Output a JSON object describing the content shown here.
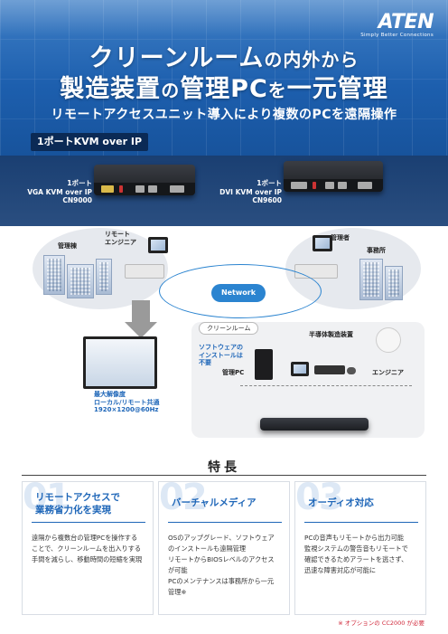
{
  "brand": {
    "logo": "ATEN",
    "tagline": "Simply Better Connections"
  },
  "headline": {
    "line1_a": "クリーンルーム",
    "line1_b": "の内外から",
    "line2_a": "製造装置",
    "line2_b": "の",
    "line2_c": "管理PC",
    "line2_d": "を",
    "line2_e": "一元管理",
    "subtitle": "リモートアクセスユニット導入により複数のPCを遠隔操作"
  },
  "badge": "1ポートKVM over IP",
  "products": [
    {
      "line1": "1ポート",
      "line2": "VGA KVM over IP",
      "model": "CN9000"
    },
    {
      "line1": "1ポート",
      "line2": "DVI KVM over IP",
      "model": "CN9600"
    }
  ],
  "diagram": {
    "mgmt_building": "管理棟",
    "remote_engineer": [
      "リモート",
      "エンジニア"
    ],
    "admin": "管理者",
    "office": "事務所",
    "network": "Network",
    "clean_room": "クリーンルーム",
    "semiconductor": "半導体製造装置",
    "engineer": "エンジニア",
    "no_install": [
      "ソフトウェアの",
      "インストールは",
      "不要"
    ],
    "mgmt_pc": "管理PC",
    "resolution": [
      "最大解像度",
      "ローカル/リモート共通",
      "1920×1200@60Hz"
    ]
  },
  "features": {
    "title": "特長",
    "items": [
      {
        "num": "01",
        "head": [
          "リモートアクセスで",
          "業務省力化を実現"
        ],
        "body": [
          "遠隔から複数台の管理PCを操作する",
          "ことで、クリーンルームを出入りする",
          "手間を減らし、移動時間の短縮を実現"
        ]
      },
      {
        "num": "02",
        "head": [
          "バーチャルメディア"
        ],
        "body": [
          "OSのアップグレード、ソフトウェア",
          "のインストールも遠隔管理",
          "リモートからBIOSレベルのアクセス",
          "が可能",
          "PCのメンテナンスは事務所から一元",
          "管理※"
        ]
      },
      {
        "num": "03",
        "head": [
          "オーディオ対応"
        ],
        "body": [
          "PCの音声もリモートから出力可能",
          "監視システムの警告音もリモートで",
          "確認できるためアラートを逃さず、",
          "迅速な障害対応が可能に"
        ]
      }
    ]
  },
  "note": "※ オプションの CC2000 が必要"
}
